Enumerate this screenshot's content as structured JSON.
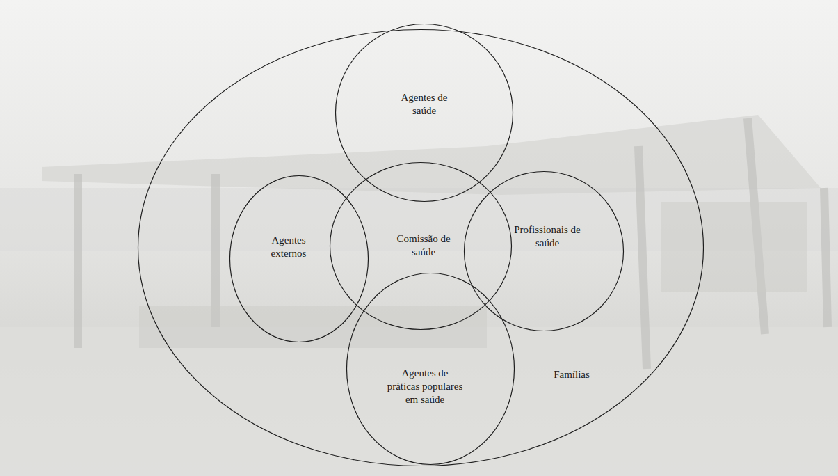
{
  "diagram": {
    "nodes": [
      {
        "text": [
          "Famílias"
        ]
      },
      {
        "text": [
          "Agentes de saúde"
        ],
        "in": 0
      },
      {
        "text": [
          "Agentes externos"
        ],
        "in": 0
      },
      {
        "text": [
          "Comissão de saúde"
        ],
        "in": 0
      },
      {
        "text": [
          "Profissionais de saúde"
        ],
        "in": 0
      },
      {
        "text": [
          "Agentes de práticas populares em saúde"
        ],
        "in": 0
      }
    ]
  }
}
